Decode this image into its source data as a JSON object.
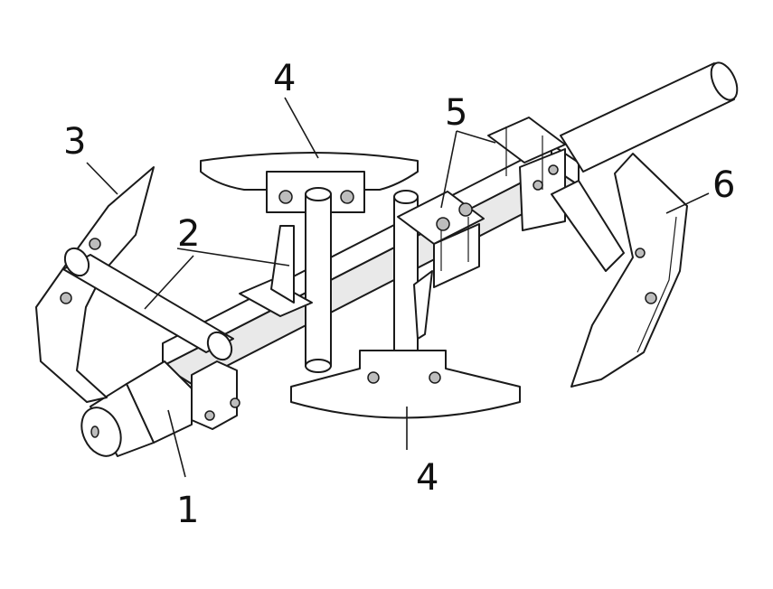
{
  "callouts": {
    "c1": "1",
    "c2": "2",
    "c3": "3",
    "c4_top": "4",
    "c4_bottom": "4",
    "c5": "5",
    "c6": "6"
  },
  "colors": {
    "line": "#1a1a1a",
    "fill": "#ffffff",
    "shade": "#e9e9e9"
  }
}
